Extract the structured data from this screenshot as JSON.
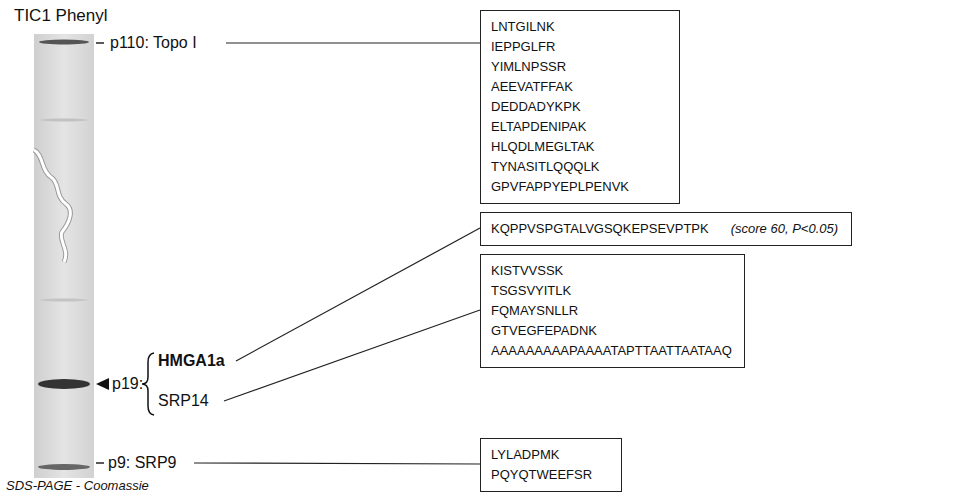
{
  "diagram": {
    "title": "TIC1 Phenyl",
    "caption": "SDS-PAGE - Coomassie",
    "nodes": [
      {
        "text": [
          "LNTGILNK",
          "IEPPGLFR",
          "YIMLNPSSR",
          "AEEVATFFAK",
          "DEDDADYKPK",
          "ELTAPDENIPAK",
          "HLQDLMEGLTAK",
          "TYNASITLQQQLK",
          "GPVFAPPYEPLPENVK"
        ]
      },
      {
        "text": [
          "KQPPVSPGTALVGSQKEPSEVPTPK",
          "(score 60, P<0.05)"
        ]
      },
      {
        "text": [
          "KISTVVSSK",
          "TSGSVYITLK",
          "FQMAYSNLLR",
          "GTVEGFEPADNK",
          "AAAAAAAAAPAAAATAPTTAATTAATAAQ"
        ]
      },
      {
        "text": [
          "LYLADPMK",
          "PQYQTWEEFSR"
        ]
      }
    ],
    "labels": [
      "p110: Topo I",
      "p19:",
      "HMGA1a",
      "SRP14",
      "p9: SRP9"
    ]
  }
}
